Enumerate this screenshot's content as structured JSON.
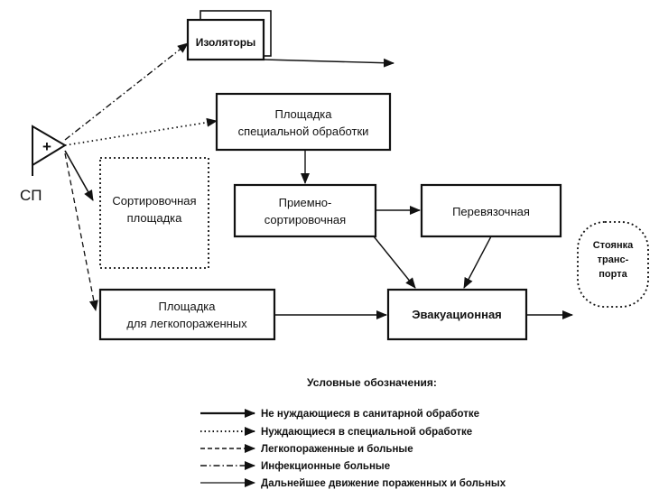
{
  "diagram": {
    "sp_label": "СП",
    "triangle_sign": "+",
    "nodes": {
      "isolators": "Изоляторы",
      "special_treatment": [
        "Площадка",
        "специальной обработки"
      ],
      "sorting_area": [
        "Сортировочная",
        "площадка"
      ],
      "reception_sorting": [
        "Приемно-",
        "сортировочная"
      ],
      "dressing": "Перевязочная",
      "light_injured": [
        "Площадка",
        "для легкопораженных"
      ],
      "evacuation": "Эвакуационная",
      "transport_parking": [
        "Стоянка",
        "транс-",
        "порта"
      ]
    },
    "legend": {
      "title": "Условные обозначения:",
      "items": [
        {
          "text": "Не нуждающиеся в санитарной обработке",
          "line_style": "solid-thick"
        },
        {
          "text": "Нуждающиеся в специальной обработке",
          "line_style": "dotted"
        },
        {
          "text": "Легкопораженные и больные",
          "line_style": "dashed"
        },
        {
          "text": "Инфекционные больные",
          "line_style": "dash-dot"
        },
        {
          "text": "Дальнейшее движение пораженных и больных",
          "line_style": "solid-thin"
        }
      ]
    }
  }
}
